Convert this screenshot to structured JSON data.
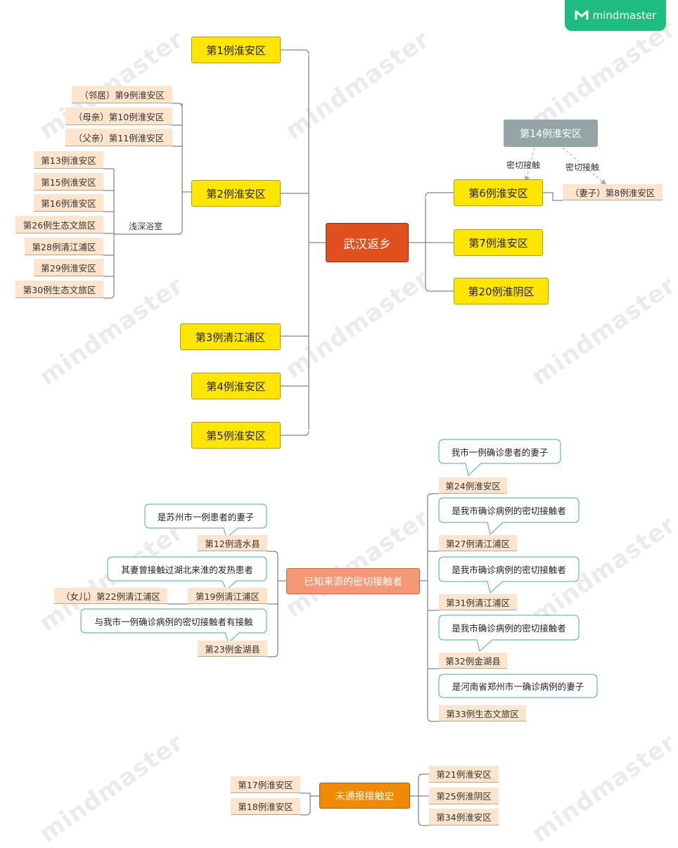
{
  "watermark": "mindmaster",
  "logo": {
    "text": "mindmaster",
    "icon": "mindmaster-logo-icon",
    "color": "#1ebc80"
  },
  "colors": {
    "yellow": "#ffe600",
    "leaf": "#fde4cc",
    "red": "#e0501f",
    "salmon": "#f59878",
    "orange": "#f08a05",
    "grey": "#95a5a6",
    "callout_border": "#49a9a6"
  },
  "section1": {
    "center": "武汉返乡",
    "left": {
      "case1": "第1例淮安区",
      "case2": "第2例淮安区",
      "case2_family": [
        "（邻居）第9例淮安区",
        "（母亲）第10例淮安区",
        "（父亲）第11例淮安区"
      ],
      "bath_label": "浅深浴室",
      "bath_cases": [
        "第13例淮安区",
        "第15例淮安区",
        "第16例淮安区",
        "第26例生态文旅区",
        "第28例清江浦区",
        "第29例淮安区",
        "第30例生态文旅区"
      ],
      "case3": "第3例清江浦区",
      "case4": "第4例淮安区",
      "case5": "第5例淮安区"
    },
    "right": {
      "case6": "第6例淮安区",
      "case7": "第7例淮安区",
      "case20": "第20例淮阴区",
      "case14": "第14例淮安区",
      "contact_label_1": "密切接触",
      "contact_label_2": "密切接触",
      "case8": "（妻子）第8例淮安区"
    }
  },
  "section2": {
    "center": "已知来源的密切接触者",
    "left": [
      {
        "case": "第12例涟水县",
        "note": "是苏州市一例患者的妻子"
      },
      {
        "case": "第19例清江浦区",
        "note": "其妻曾接触过湖北来淮的发热患者",
        "child": "（女儿）第22例清江浦区"
      },
      {
        "case": "第23例金湖县",
        "note": "与我市一例确诊病例的密切接触者有接触"
      }
    ],
    "right": [
      {
        "case": "第24例淮安区",
        "note": "我市一例确诊患者的妻子"
      },
      {
        "case": "第27例清江浦区",
        "note": "是我市确诊病例的密切接触者"
      },
      {
        "case": "第31例清江浦区",
        "note": "是我市确诊病例的密切接触者"
      },
      {
        "case": "第32例金湖县",
        "note": "是我市确诊病例的密切接触者"
      },
      {
        "case": "第33例生态文旅区",
        "note": "是河南省郑州市一确诊病例的妻子"
      }
    ]
  },
  "section3": {
    "center": "未通报接触史",
    "left": [
      "第17例淮安区",
      "第18例淮安区"
    ],
    "right": [
      "第21例淮安区",
      "第25例淮阴区",
      "第34例淮安区"
    ]
  }
}
